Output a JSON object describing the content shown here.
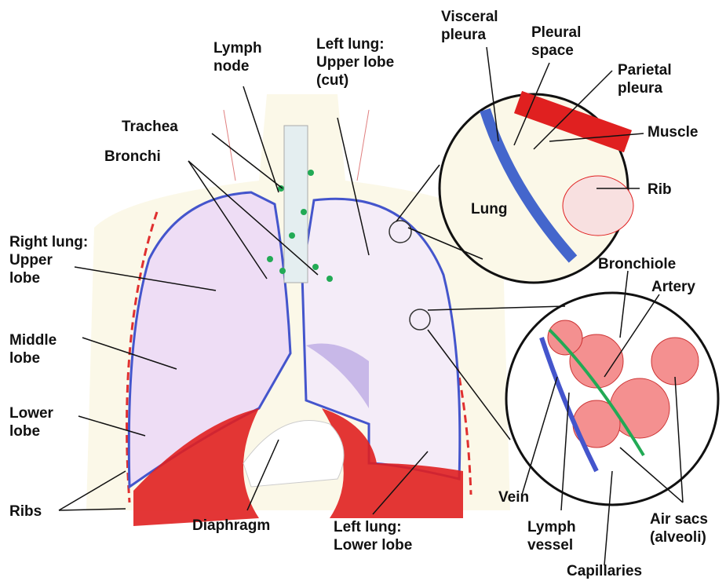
{
  "labels": {
    "trachea": [
      "Trachea"
    ],
    "bronchi": [
      "Bronchi"
    ],
    "lymph_node": [
      "Lymph",
      "node"
    ],
    "left_upper": [
      "Left lung:",
      "Upper lobe",
      "(cut)"
    ],
    "right_upper": [
      "Right lung:",
      "Upper",
      "lobe"
    ],
    "middle_lobe": [
      "Middle",
      "lobe"
    ],
    "lower_lobe": [
      "Lower",
      "lobe"
    ],
    "ribs": [
      "Ribs"
    ],
    "diaphragm": [
      "Diaphragm"
    ],
    "left_lower": [
      "Left lung:",
      "Lower lobe"
    ],
    "visceral_pleura": [
      "Visceral",
      "pleura"
    ],
    "pleural_space": [
      "Pleural",
      "space"
    ],
    "parietal_pleura": [
      "Parietal",
      "pleura"
    ],
    "muscle": [
      "Muscle"
    ],
    "rib": [
      "Rib"
    ],
    "lung": [
      "Lung"
    ],
    "bronchiole": [
      "Bronchiole"
    ],
    "artery": [
      "Artery"
    ],
    "vein": [
      "Vein"
    ],
    "lymph_vessel": [
      "Lymph",
      "vessel"
    ],
    "capillaries": [
      "Capillaries"
    ],
    "air_sacs": [
      "Air sacs",
      "(alveoli)"
    ]
  },
  "colors": {
    "lung_fill": "#eeddf5",
    "lung_outline": "#4455cc",
    "diaphragm": "#e02020",
    "lymph": "#22aa55",
    "alveoli": "#f08080",
    "background_body": "#fbf8e8"
  }
}
